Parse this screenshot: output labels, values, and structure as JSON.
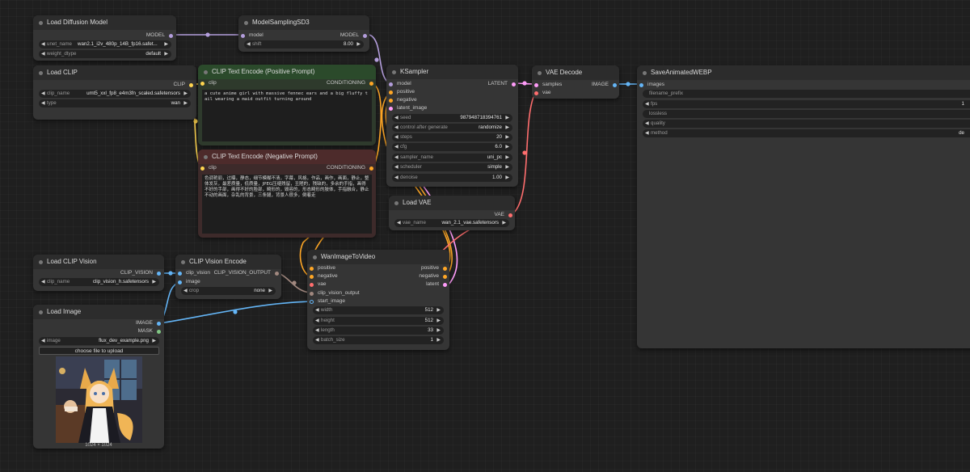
{
  "colors": {
    "canvas": "#1f1f1f",
    "node": "#353535",
    "positive_node": "#2e3a2c",
    "negative_node": "#3d2a2a",
    "model_wire": "#b39ddb",
    "clip_wire": "#ffd54f",
    "conditioning_wire": "#ffa726",
    "latent_wire": "#ff9cf9",
    "vae_wire": "#ff6e6e",
    "image_wire": "#64b5f6",
    "clip_vision_wire": "#a1887f"
  },
  "nodes": {
    "load_diffusion": {
      "title": "Load Diffusion Model",
      "out_model": "MODEL",
      "unet_name_label": "unet_name",
      "unet_name_value": "wan2.1_i2v_480p_14B_fp16.safet...",
      "weight_dtype_label": "weight_dtype",
      "weight_dtype_value": "default"
    },
    "model_sampling": {
      "title": "ModelSamplingSD3",
      "in_model": "model",
      "out_model": "MODEL",
      "shift_label": "shift",
      "shift_value": "8.00"
    },
    "load_clip": {
      "title": "Load CLIP",
      "out_clip": "CLIP",
      "clip_name_label": "clip_name",
      "clip_name_value": "umt5_xxl_fp8_e4m3fn_scaled.safetensors",
      "type_label": "type",
      "type_value": "wan"
    },
    "clip_pos": {
      "title": "CLIP Text Encode (Positive Prompt)",
      "in_clip": "clip",
      "out_cond": "CONDITIONING",
      "text": "a cute anime girl with massive fennec ears and a big fluffy tail wearing a maid outfit turning around"
    },
    "clip_neg": {
      "title": "CLIP Text Encode (Negative Prompt)",
      "in_clip": "clip",
      "out_cond": "CONDITIONING",
      "text": "色调艳丽，过曝，静态，细节模糊不清，字幕，风格，作品，画作，画面，静止，整体发灰，最差质量，低质量，JPEG压缩残留，丑陋的，残缺的，多余的手指，画得不好的手部，画得不好的脸部，畸形的，毁容的，形态畸形的肢体，手指融合，静止不动的画面，杂乱的背景，三条腿，背景人很多，倒着走"
    },
    "ksampler": {
      "title": "KSampler",
      "in_model": "model",
      "in_positive": "positive",
      "in_negative": "negative",
      "in_latent": "latent_image",
      "out_latent": "LATENT",
      "widgets": [
        {
          "label": "seed",
          "value": "987948718394761"
        },
        {
          "label": "control after generate",
          "value": "randomize"
        },
        {
          "label": "steps",
          "value": "20"
        },
        {
          "label": "cfg",
          "value": "6.0"
        },
        {
          "label": "sampler_name",
          "value": "uni_pc"
        },
        {
          "label": "scheduler",
          "value": "simple"
        },
        {
          "label": "denoise",
          "value": "1.00"
        }
      ]
    },
    "vae_decode": {
      "title": "VAE Decode",
      "in_samples": "samples",
      "in_vae": "vae",
      "out_image": "IMAGE"
    },
    "save_webp": {
      "title": "SaveAnimatedWEBP",
      "in_images": "images",
      "widgets": [
        {
          "label": "filename_prefix",
          "value": ""
        },
        {
          "label": "fps",
          "value": "1"
        },
        {
          "label": "lossless",
          "value": ""
        },
        {
          "label": "quality",
          "value": ""
        },
        {
          "label": "method",
          "value": "de"
        }
      ]
    },
    "load_vae": {
      "title": "Load VAE",
      "out_vae": "VAE",
      "vae_name_label": "vae_name",
      "vae_name_value": "wan_2.1_vae.safetensors"
    },
    "load_clip_vision": {
      "title": "Load CLIP Vision",
      "out_clip_vision": "CLIP_VISION",
      "clip_name_label": "clip_name",
      "clip_name_value": "clip_vision_h.safetensors"
    },
    "clip_vision_encode": {
      "title": "CLIP Vision Encode",
      "in_clip_vision": "clip_vision",
      "in_image": "image",
      "out": "CLIP_VISION_OUTPUT",
      "crop_label": "crop",
      "crop_value": "none"
    },
    "wan_i2v": {
      "title": "WanImageToVideo",
      "in_positive": "positive",
      "in_negative": "negative",
      "in_vae": "vae",
      "in_clip_vision_output": "clip_vision_output",
      "in_start_image": "start_image",
      "out_positive": "positive",
      "out_negative": "negative",
      "out_latent": "latent",
      "widgets": [
        {
          "label": "width",
          "value": "512"
        },
        {
          "label": "height",
          "value": "512"
        },
        {
          "label": "length",
          "value": "33"
        },
        {
          "label": "batch_size",
          "value": "1"
        }
      ]
    },
    "load_image": {
      "title": "Load Image",
      "out_image": "IMAGE",
      "out_mask": "MASK",
      "image_label": "image",
      "image_value": "flux_dev_example.png",
      "upload_label": "choose file to upload",
      "size_caption": "1024 × 1024"
    }
  }
}
